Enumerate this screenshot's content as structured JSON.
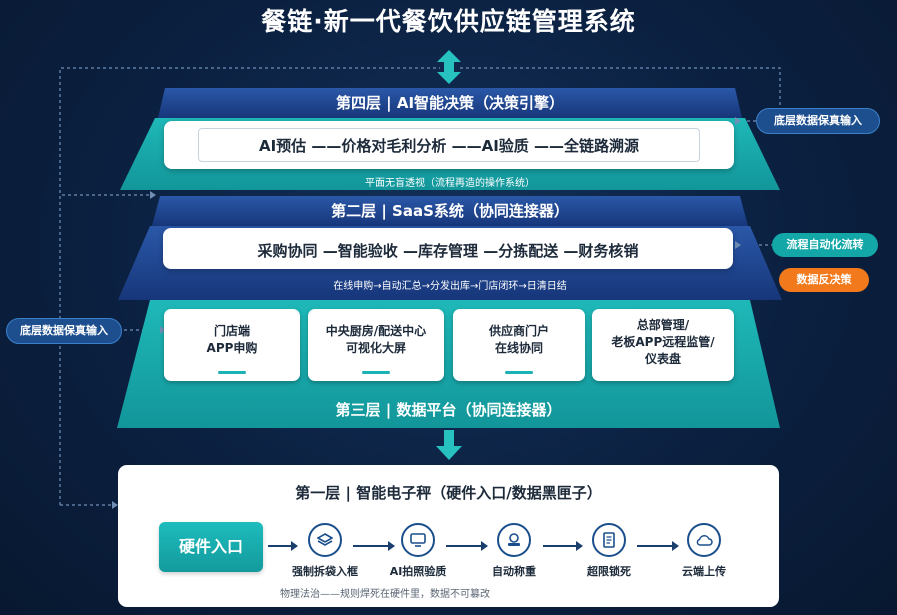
{
  "title": "餐链·新一代餐饮供应链管理系统",
  "layer4": {
    "title": "第四层 | AI智能决策（决策引擎）",
    "flow": "AI预估 ——价格对毛利分析 ——AI验质 ——全链路溯源",
    "subtitle": "平面无盲透视（流程再造的操作系统）"
  },
  "layer2": {
    "title": "第二层 | SaaS系统（协同连接器）",
    "flow": "采购协同 —智能验收 —库存管理 —分拣配送 —财务核销",
    "subtitle": "在线申购→自动汇总→分发出库→门店闭环→日清日结"
  },
  "layer3": {
    "title": "第三层 | 数据平台（协同连接器）",
    "cards": [
      {
        "label": "门店端\nAPP申购"
      },
      {
        "label": "中央厨房/配送中心\n可视化大屏"
      },
      {
        "label": "供应商门户\n在线协同"
      },
      {
        "label": "总部管理/\n老板APP远程监管/\n仪表盘"
      }
    ]
  },
  "layer1": {
    "title": "第一层 | 智能电子秤（硬件入口/数据黑匣子）",
    "entry_button": "硬件入口",
    "steps": [
      {
        "label": "强制拆袋入框",
        "icon": "layers-icon"
      },
      {
        "label": "AI拍照验质",
        "icon": "camera-screen-icon"
      },
      {
        "label": "自动称重",
        "icon": "scale-icon"
      },
      {
        "label": "超限锁死",
        "icon": "lock-doc-icon"
      },
      {
        "label": "云端上传",
        "icon": "cloud-icon"
      }
    ],
    "footnote": "物理法治——规则焊死在硬件里，数据不可篡改"
  },
  "side_labels": {
    "right_top": "底层数据保真输入",
    "right_mid": "流程自动化流转",
    "right_orange": "数据反决策",
    "left_mid": "底层数据保真输入"
  },
  "colors": {
    "background": "#0b2040",
    "navy": "#1a3f86",
    "teal": "#1aa6a8",
    "orange": "#f27a1c",
    "white": "#ffffff"
  }
}
